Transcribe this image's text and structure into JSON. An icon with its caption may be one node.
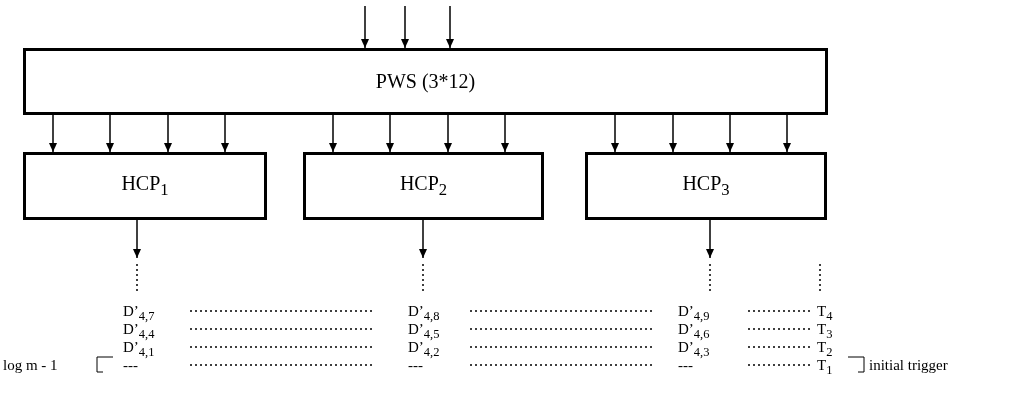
{
  "diagram": {
    "nodes": [
      {
        "text": [
          "PWS (3*12)"
        ]
      },
      {
        "text": [
          "HCP$_{1}$"
        ]
      },
      {
        "text": [
          "HCP$_{2}$"
        ]
      },
      {
        "text": [
          "HCP$_{3}$"
        ]
      }
    ],
    "edges": [
      {
        "from": null,
        "to": 0,
        "arrow": "to"
      },
      {
        "from": null,
        "to": 0,
        "arrow": "to"
      },
      {
        "from": null,
        "to": 0,
        "arrow": "to"
      },
      {
        "from": 0,
        "to": 1,
        "arrow": "to"
      },
      {
        "from": 0,
        "to": 1,
        "arrow": "to"
      },
      {
        "from": 0,
        "to": 1,
        "arrow": "to"
      },
      {
        "from": 0,
        "to": 1,
        "arrow": "to"
      },
      {
        "from": 0,
        "to": 2,
        "arrow": "to"
      },
      {
        "from": 0,
        "to": 2,
        "arrow": "to"
      },
      {
        "from": 0,
        "to": 2,
        "arrow": "to"
      },
      {
        "from": 0,
        "to": 2,
        "arrow": "to"
      },
      {
        "from": 0,
        "to": 3,
        "arrow": "to"
      },
      {
        "from": 0,
        "to": 3,
        "arrow": "to"
      },
      {
        "from": 0,
        "to": 3,
        "arrow": "to"
      },
      {
        "from": 0,
        "to": 3,
        "arrow": "to"
      },
      {
        "from": 1,
        "to": null,
        "arrow": "to"
      },
      {
        "from": 2,
        "to": null,
        "arrow": "to"
      },
      {
        "from": 3,
        "to": null,
        "arrow": "to"
      }
    ],
    "labels": [
      "D’$_{4,7}$",
      "D’$_{4,8}$",
      "D’$_{4,9}$",
      "T$_{4}$",
      "D’$_{4,4}$",
      "D’$_{4,5}$",
      "D’$_{4,6}$",
      "T$_{3}$",
      "D’$_{4,1}$",
      "D’$_{4,2}$",
      "D’$_{4,3}$",
      "T$_{2}$",
      "log m - 1",
      "---",
      "---",
      "---",
      "T$_{1}$",
      "initial trigger"
    ]
  }
}
